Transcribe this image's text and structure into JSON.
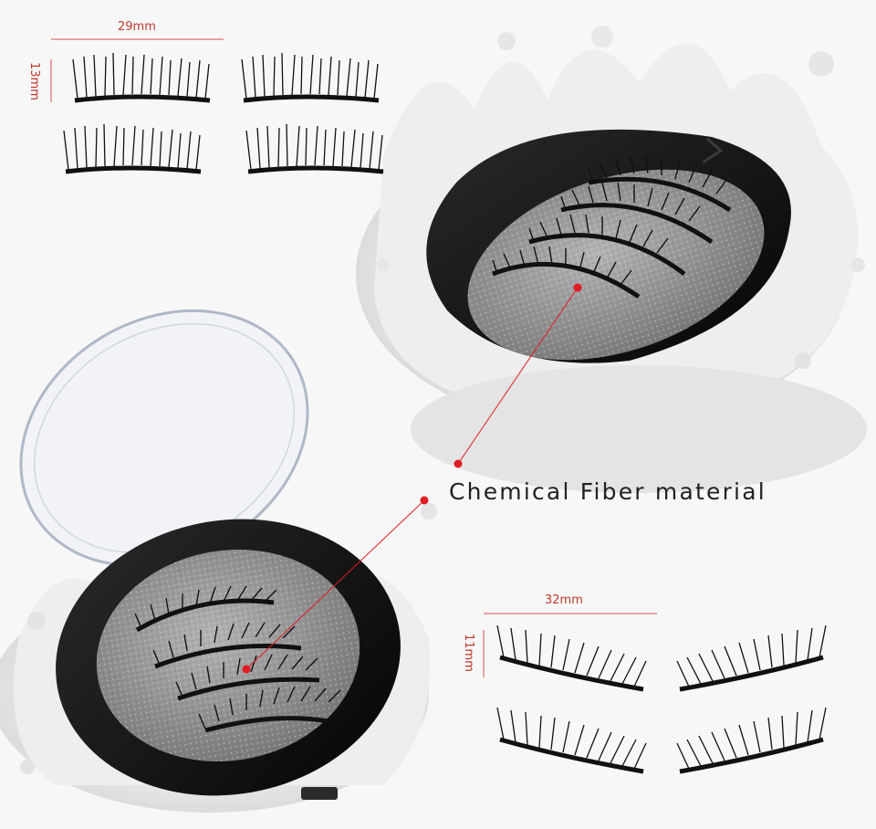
{
  "callout": {
    "label": "Chemical Fiber material",
    "color": "#e11d24"
  },
  "top_lashes": {
    "width_label": "29mm",
    "height_label": "13mm"
  },
  "bottom_lashes": {
    "width_label": "32mm",
    "height_label": "11mm"
  },
  "colors": {
    "background": "#f7f7f7",
    "case": "#141414",
    "pad": "#8c8c8c",
    "dimension_line": "#d94b4b"
  }
}
